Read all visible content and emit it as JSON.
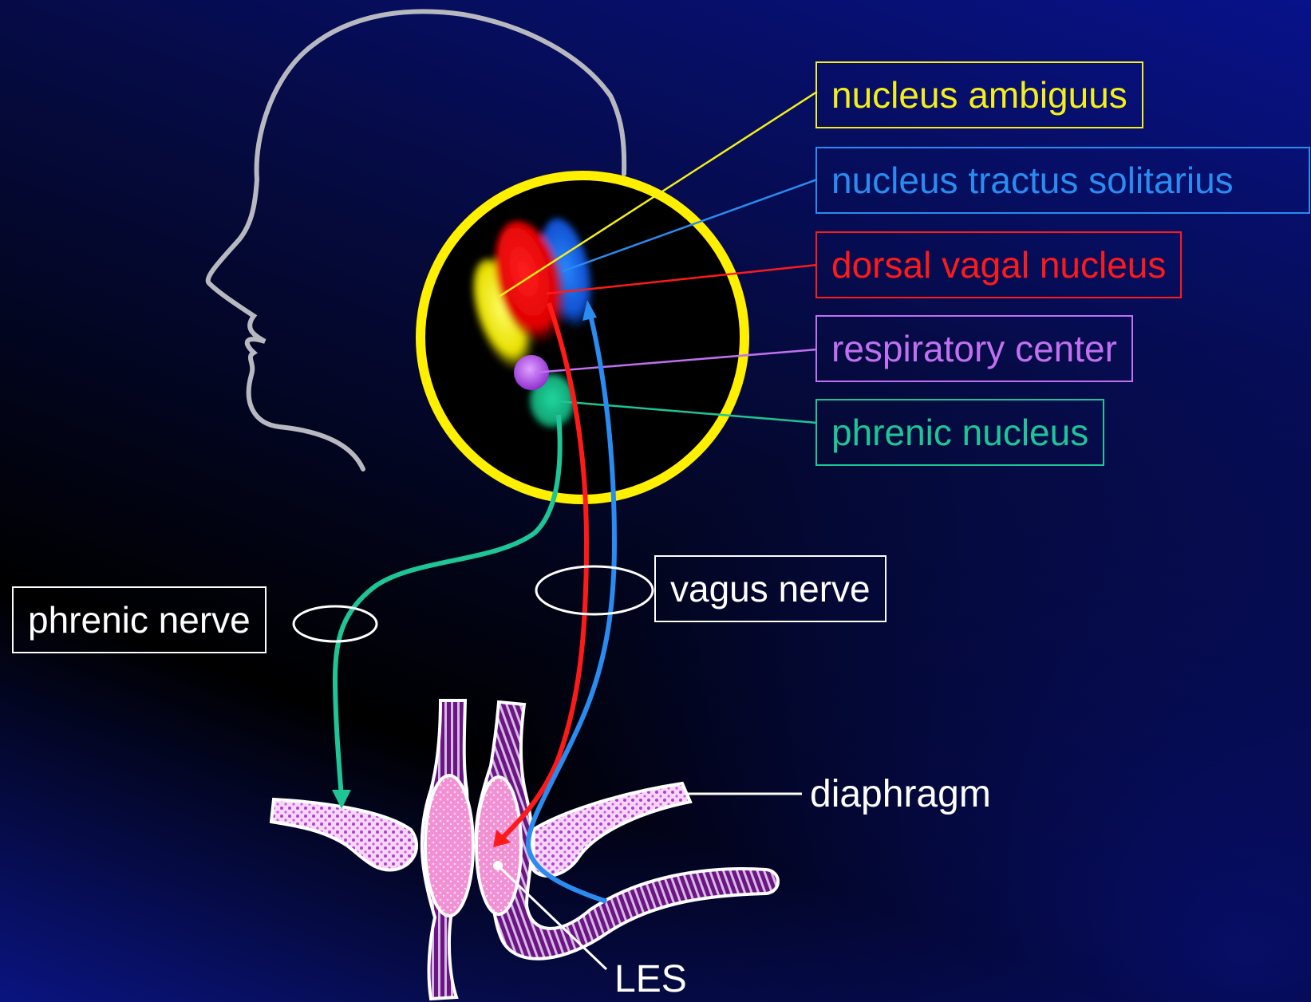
{
  "labels": {
    "nucleus_ambiguus": "nucleus ambiguus",
    "nucleus_tractus_solitarius": "nucleus tractus solitarius",
    "dorsal_vagal_nucleus": "dorsal vagal nucleus",
    "respiratory_center": "respiratory center",
    "phrenic_nucleus": "phrenic nucleus",
    "vagus_nerve": "vagus nerve",
    "phrenic_nerve": "phrenic nerve",
    "diaphragm": "diaphragm",
    "les": "LES"
  },
  "colors": {
    "nucleus_ambiguus": "#f4ee1a",
    "nucleus_tractus_solitarius": "#2a8cf0",
    "dorsal_vagal_nucleus": "#ff1a1a",
    "respiratory_center": "#c070f0",
    "phrenic_nucleus": "#1ec596",
    "vagus_nerve": "#ffffff",
    "phrenic_nerve": "#ffffff",
    "head_outline": "#b8b8c0",
    "brainstem_ring": "#ffef00",
    "diaphragm_fill": "#f5d0f5",
    "esophagus_fill": "#f48ed2",
    "stripe": "#7a1a8a"
  }
}
